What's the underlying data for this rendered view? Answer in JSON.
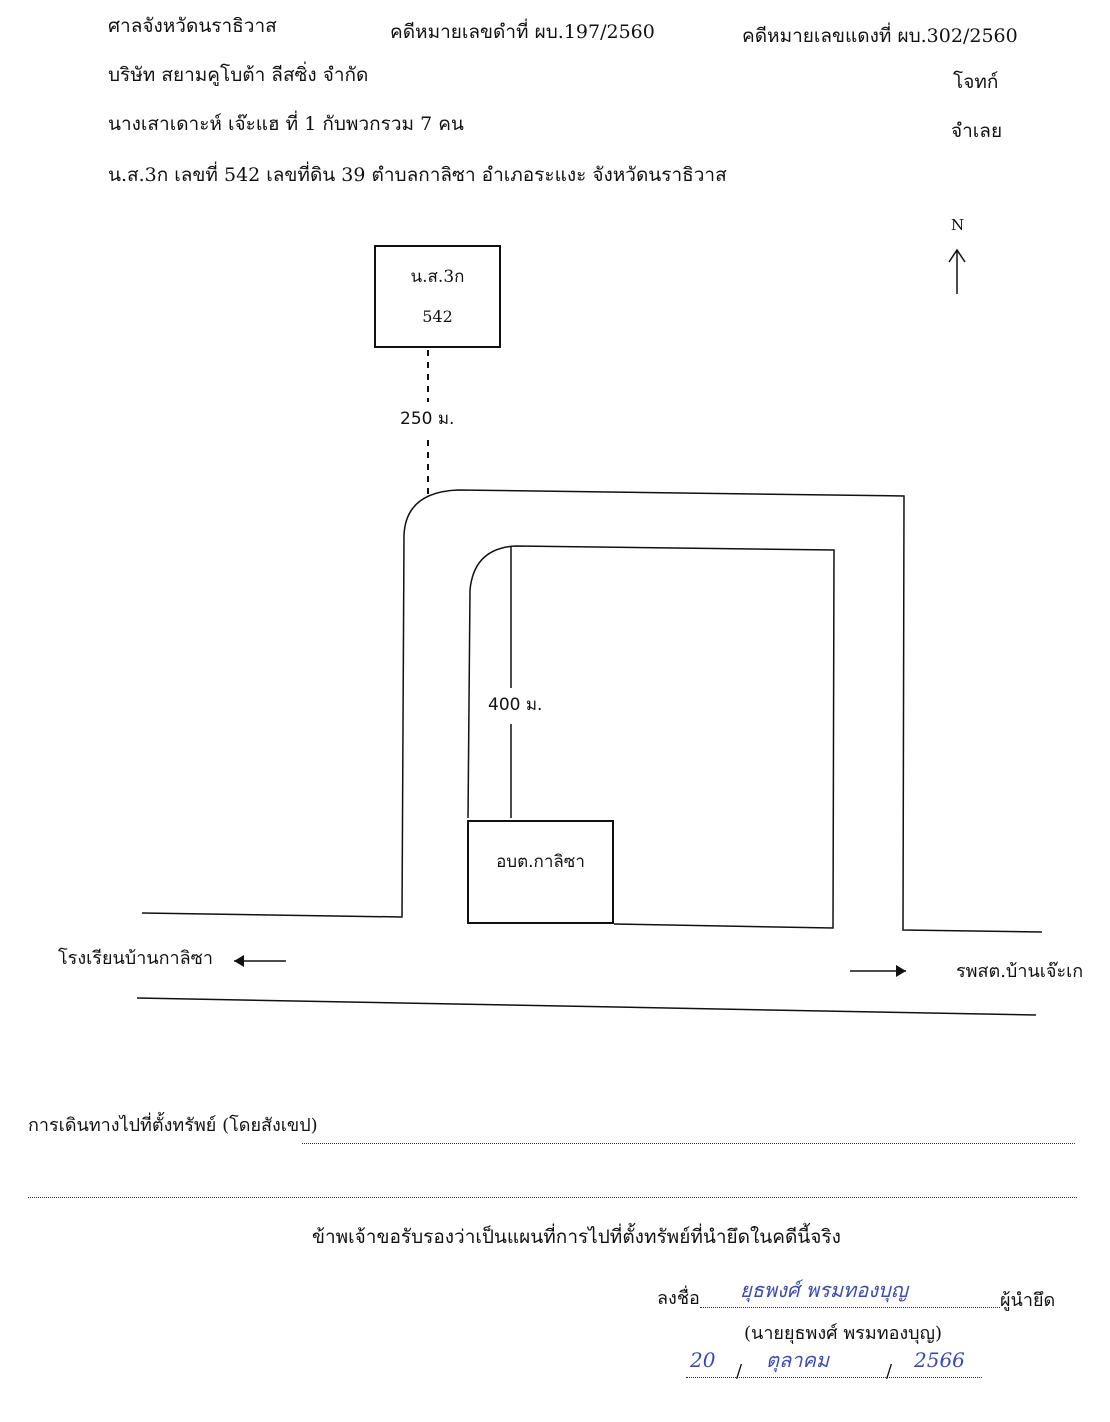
{
  "header": {
    "court": "ศาลจังหวัดนราธิวาส",
    "black_case": "คดีหมายเลขดำที่  ผบ.197/2560",
    "red_case": "คดีหมายเลขแดงที่ ผบ.302/2560",
    "plaintiff": "บริษัท สยามคูโบต้า ลีสซิ่ง  จำกัด",
    "plaintiff_role": "โจทก์",
    "defendant": "นางเสาเดาะห์  เจ๊ะแฮ   ที่ 1 กับพวกรวม 7 คน",
    "defendant_role": "จำเลย",
    "property": "น.ส.3ก เลขที่  542  เลขที่ดิน 39  ตำบลกาลิซา   อำเภอระแงะ   จังหวัดนราธิวาส"
  },
  "map": {
    "north_label": "N",
    "parcel_line1": "น.ส.3ก",
    "parcel_line2": "542",
    "distance_parcel": "250 ม.",
    "distance_office": "400 ม.",
    "office_label": "อบต.กาลิซา",
    "left_destination": "โรงเรียนบ้านกาลิซา",
    "right_destination": "รพสต.บ้านเจ๊ะเก"
  },
  "footer": {
    "route_label": "การเดินทางไปที่ตั้งทรัพย์ (โดยสังเขป)",
    "certify": "ข้าพเจ้าขอรับรองว่าเป็นแผนที่การไปที่ตั้งทรัพย์ที่นำยึดในคดีนี้จริง",
    "sign_label": "ลงชื่อ",
    "signer_role": "ผู้นำยึด",
    "signature": "ยุธพงศ์ พรมทองบุญ",
    "signer_name": "(นายยุธพงศ์  พรมทองบุญ)",
    "date_day": "20",
    "date_month": "ตุลาคม",
    "date_year": "2566",
    "date_sep": "/"
  }
}
